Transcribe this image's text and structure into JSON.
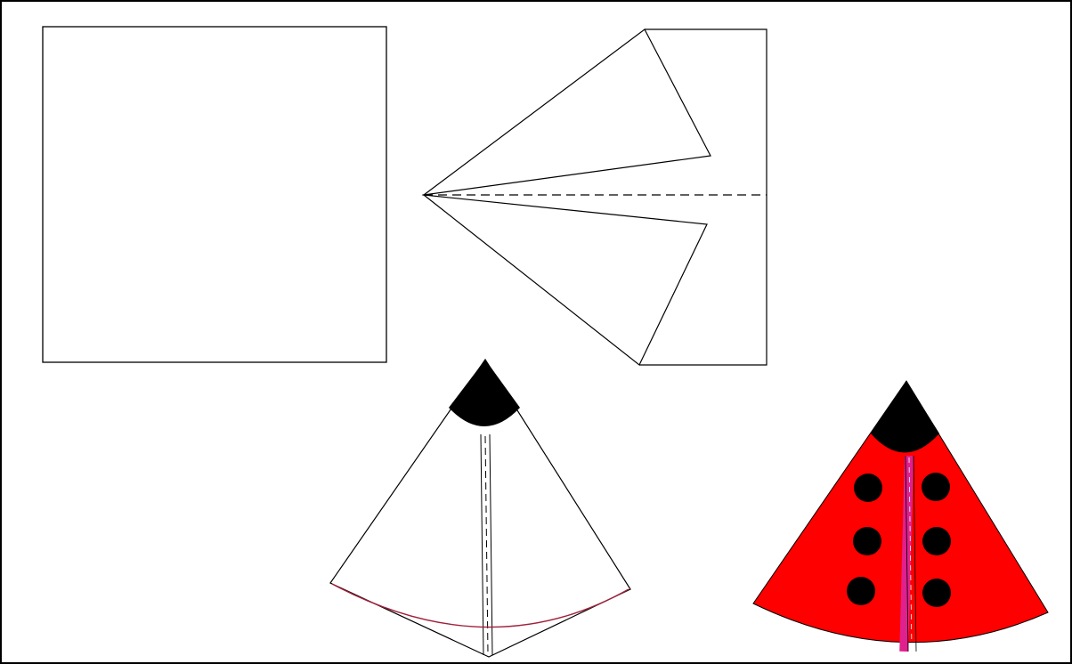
{
  "diagram": {
    "steps": [
      {
        "name": "square-paper",
        "fill": "#ffffff"
      },
      {
        "name": "kite-fold",
        "fill": "#ffffff"
      },
      {
        "name": "folded-ladybug-outline",
        "fill": "#ffffff",
        "head": "#000000",
        "curve": "#a0203a"
      },
      {
        "name": "colored-ladybug",
        "fill": "#ff0000",
        "head": "#000000",
        "spots": "#000000",
        "center_line": "#e0208c"
      }
    ],
    "colors": {
      "line": "#000000",
      "background": "#ffffff",
      "ladybug_body": "#ff0000",
      "ladybug_spots": "#000000",
      "ladybug_center": "#e0208c",
      "fold_curve": "#a0203a"
    }
  }
}
